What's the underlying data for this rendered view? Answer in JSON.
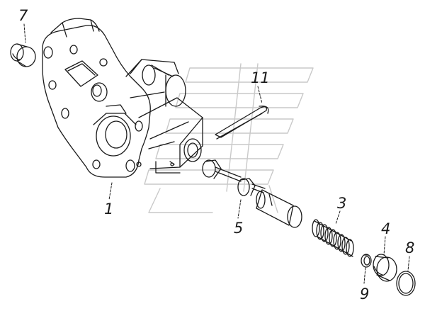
{
  "callouts": {
    "c1": "1",
    "c3": "3",
    "c4": "4",
    "c5": "5",
    "c7": "7",
    "c8": "8",
    "c9": "9",
    "c11": "11"
  },
  "colors": {
    "line": "#1a1a1a",
    "watermark": "#c9c9c9"
  }
}
